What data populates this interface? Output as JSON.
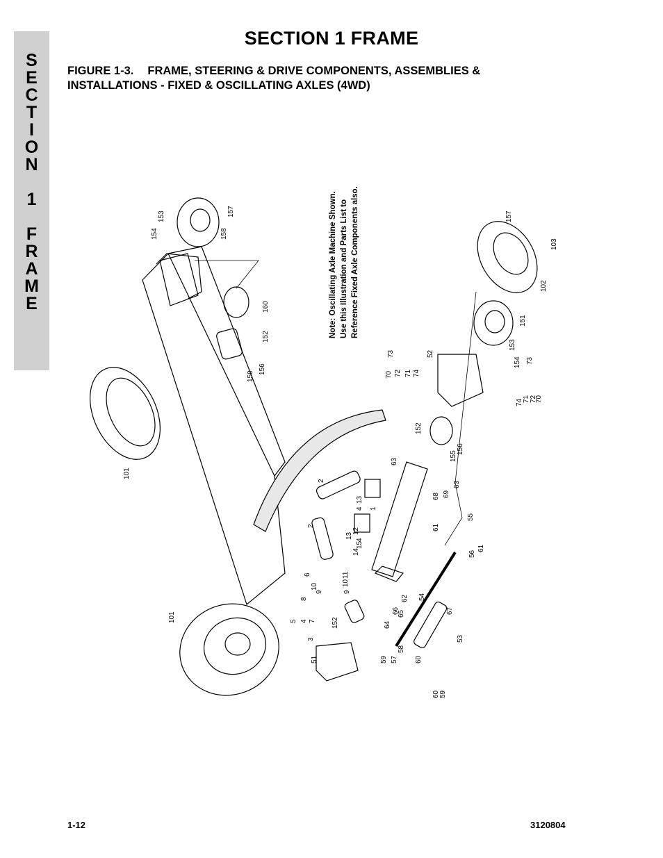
{
  "side_tab": {
    "letters": [
      "S",
      "E",
      "C",
      "T",
      "I",
      "O",
      "N",
      "",
      "1",
      "",
      "F",
      "R",
      "A",
      "M",
      "E"
    ]
  },
  "header": {
    "section_title": "SECTION 1  FRAME",
    "figure_number": "FIGURE 1-3.",
    "figure_title_line1": "FRAME, STEERING & DRIVE COMPONENTS, ASSEMBLIES &",
    "figure_title_line2": "INSTALLATIONS - FIXED & OSCILLATING AXLES (4WD)"
  },
  "diagram": {
    "note_lines": [
      "Note: Oscillating Axle Machine Shown.",
      "Use  this  Illustration  and  Parts  List  to",
      "Reference Fixed Axle Components also."
    ],
    "callouts": [
      "154",
      "153",
      "158",
      "157",
      "160",
      "152",
      "156",
      "159",
      "101",
      "101",
      "157",
      "103",
      "102",
      "151",
      "154",
      "153",
      "73",
      "70",
      "72",
      "71",
      "74",
      "52",
      "73",
      "74",
      "71",
      "72",
      "70",
      "152",
      "155",
      "156",
      "63",
      "63",
      "2",
      "2",
      "13",
      "4",
      "13",
      "4",
      "15",
      "14",
      "12",
      "1",
      "68",
      "69",
      "61",
      "55",
      "56",
      "61",
      "6",
      "10",
      "9",
      "11",
      "10",
      "9",
      "62",
      "8",
      "4",
      "7",
      "5",
      "3",
      "152",
      "64",
      "66",
      "65",
      "54",
      "67",
      "53",
      "51",
      "59",
      "57",
      "58",
      "60",
      "59",
      "60"
    ]
  },
  "footer": {
    "page_number": "1-12",
    "doc_number": "3120804"
  }
}
